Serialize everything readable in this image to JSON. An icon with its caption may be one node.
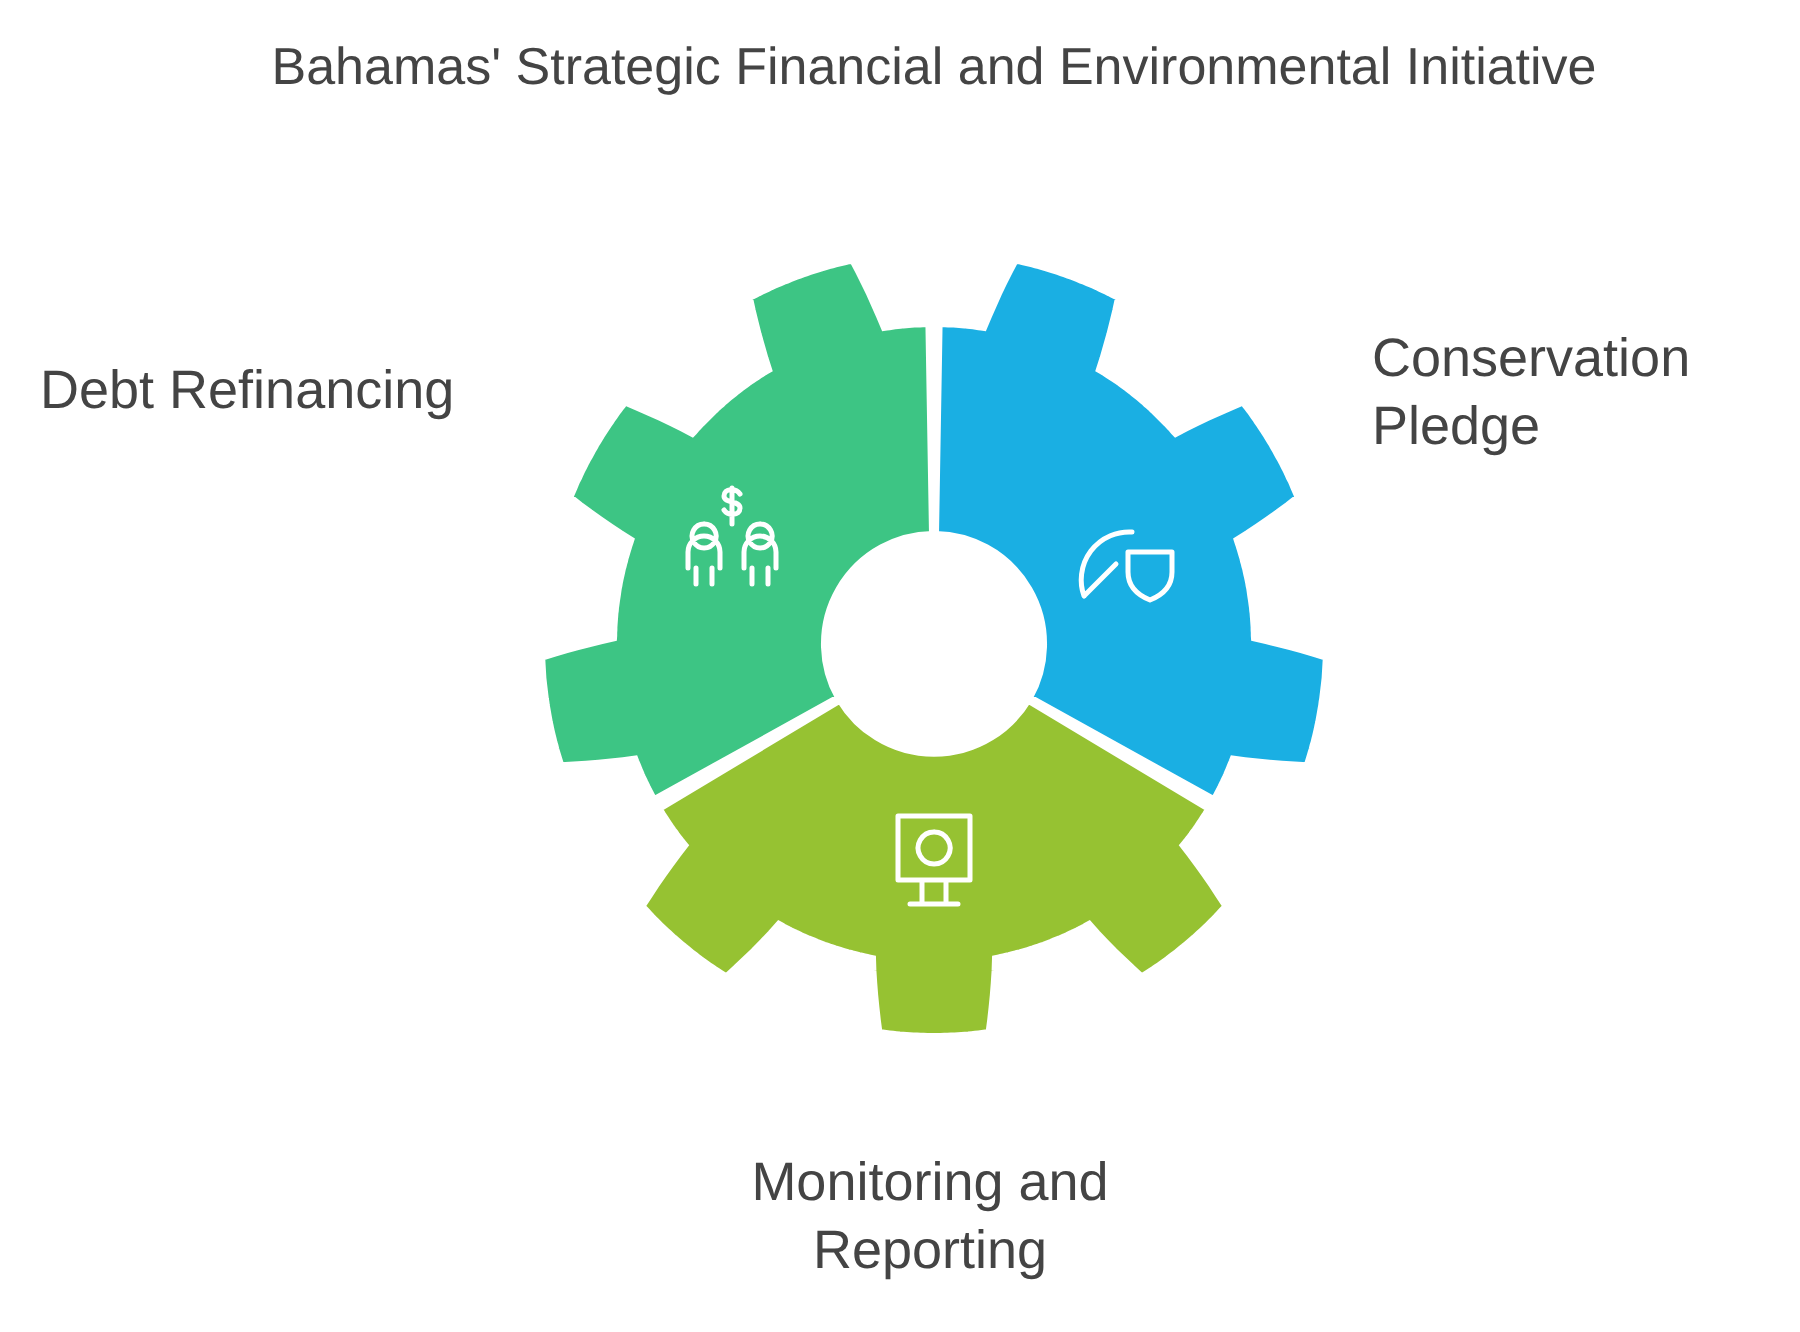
{
  "diagram": {
    "title": "Bahamas' Strategic Financial and Environmental Initiative",
    "nodes": [
      {
        "text": [
          "Debt Refinancing"
        ]
      },
      {
        "text": [
          "Conservation Pledge"
        ]
      },
      {
        "text": [
          "Monitoring and Reporting"
        ]
      }
    ]
  }
}
